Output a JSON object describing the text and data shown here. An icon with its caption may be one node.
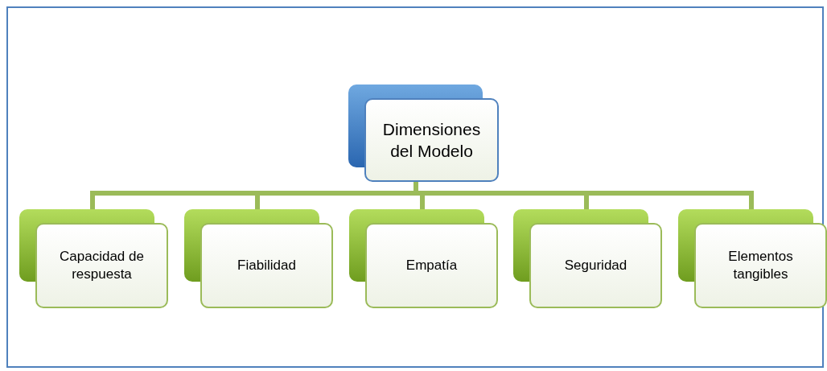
{
  "diagram": {
    "nodes": [
      {
        "text": [
          "Dimensiones del Modelo"
        ]
      },
      {
        "text": [
          "Capacidad de respuesta"
        ]
      },
      {
        "text": [
          "Fiabilidad"
        ]
      },
      {
        "text": [
          "Empatía"
        ]
      },
      {
        "text": [
          "Seguridad"
        ]
      },
      {
        "text": [
          "Elementos tangibles"
        ]
      }
    ],
    "edges": [
      {
        "from": 0,
        "to": 1,
        "arrow": "none"
      },
      {
        "from": 0,
        "to": 2,
        "arrow": "none"
      },
      {
        "from": 0,
        "to": 3,
        "arrow": "none"
      },
      {
        "from": 0,
        "to": 4,
        "arrow": "none"
      },
      {
        "from": 0,
        "to": 5,
        "arrow": "none"
      }
    ]
  }
}
